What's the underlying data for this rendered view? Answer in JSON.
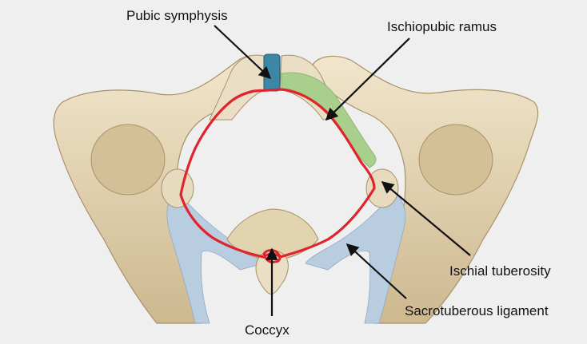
{
  "labels": {
    "pubic_symphysis": "Pubic symphysis",
    "ischiopubic_ramus": "Ischiopubic ramus",
    "ischial_tuberosity": "Ischial tuberosity",
    "sacrotuberous_ligament": "Sacrotuberous ligament",
    "coccyx": "Coccyx"
  },
  "colors": {
    "background": "#efefef",
    "bone": "#e6d8b8",
    "bone_shadow": "#b9a47c",
    "ligament": "#b8cde0",
    "symphysis": "#3c86a6",
    "ramus_highlight": "#a9cf8d",
    "outlet_outline": "#e0242e",
    "arrow": "#111111"
  }
}
